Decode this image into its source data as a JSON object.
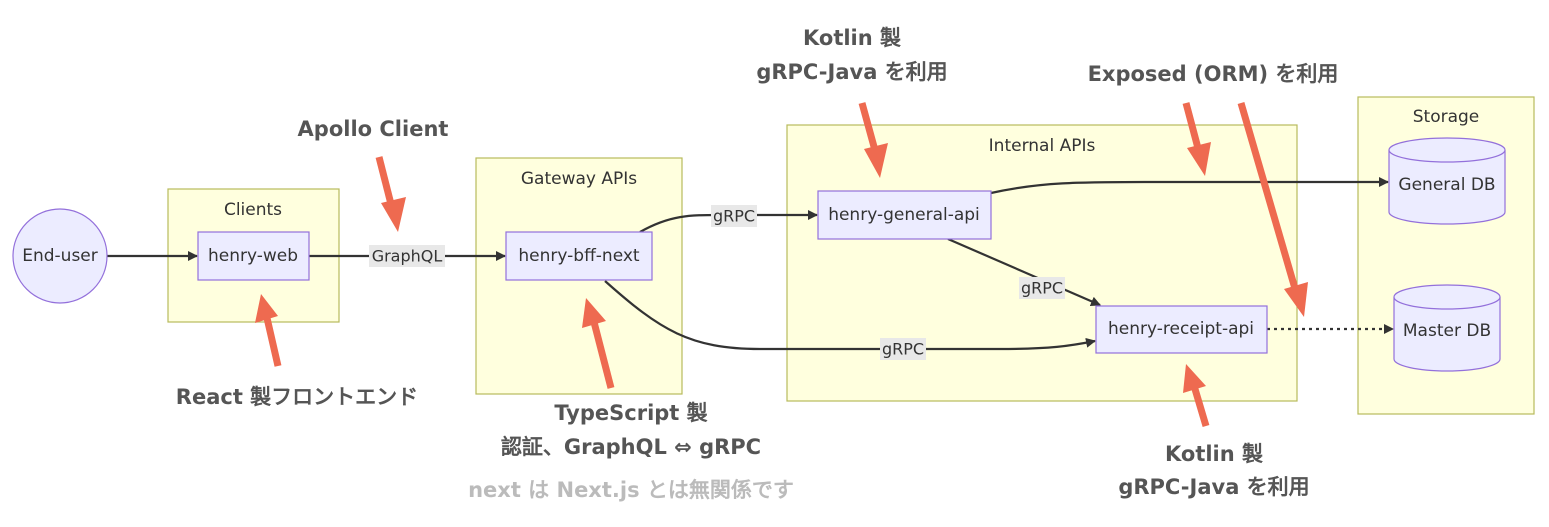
{
  "groups": {
    "clients": "Clients",
    "gateway": "Gateway APIs",
    "internal": "Internal APIs",
    "storage": "Storage"
  },
  "nodes": {
    "end_user": "End-user",
    "henry_web": "henry-web",
    "henry_bff_next": "henry-bff-next",
    "henry_general_api": "henry-general-api",
    "henry_receipt_api": "henry-receipt-api",
    "general_db": "General DB",
    "master_db": "Master DB"
  },
  "edge_labels": {
    "web_to_bff": "GraphQL",
    "bff_to_general": "gRPC",
    "general_to_receipt": "gRPC",
    "bff_to_receipt": "gRPC"
  },
  "annotations": {
    "apollo": "Apollo Client",
    "react": "React 製フロントエンド",
    "typescript_line1": "TypeScript 製",
    "typescript_line2": "認証、GraphQL ⇔ gRPC",
    "typescript_line3": "next は Next.js とは無関係です",
    "kotlin_general_line1": "Kotlin 製",
    "kotlin_general_line2": "gRPC-Java を利用",
    "exposed": "Exposed (ORM) を利用",
    "kotlin_receipt_line1": "Kotlin 製",
    "kotlin_receipt_line2": "gRPC-Java を利用"
  },
  "colors": {
    "group_fill": "#ffffde",
    "node_fill": "#ececff",
    "node_border": "#9370db",
    "annotation_arrow": "#ee6a50"
  }
}
